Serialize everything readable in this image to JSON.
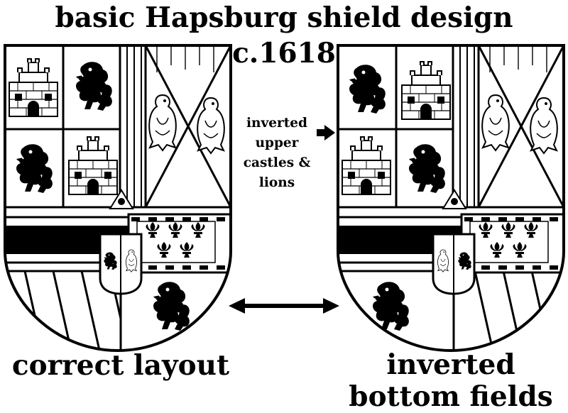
{
  "title": "basic Hapsburg shield design",
  "subtitle": "c.1618",
  "annotation": {
    "lines": [
      "inverted",
      "upper",
      "castles &",
      "lions"
    ]
  },
  "captions": {
    "left": "correct layout",
    "right_line1": "inverted",
    "right_line2": "bottom fields"
  },
  "colors": {
    "ink": "#000000",
    "paper": "#ffffff"
  },
  "shields": [
    {
      "label": "correct layout",
      "upper": [
        "castle",
        "lion",
        "lion",
        "castle"
      ],
      "lower": [
        "bends",
        "lion-bottom"
      ],
      "escutcheon": [
        "lion",
        "eagle"
      ]
    },
    {
      "label": "inverted bottom fields",
      "upper": [
        "lion",
        "castle",
        "castle",
        "lion"
      ],
      "lower": [
        "lion-bottom",
        "bends"
      ],
      "escutcheon": [
        "eagle",
        "lion"
      ]
    }
  ]
}
